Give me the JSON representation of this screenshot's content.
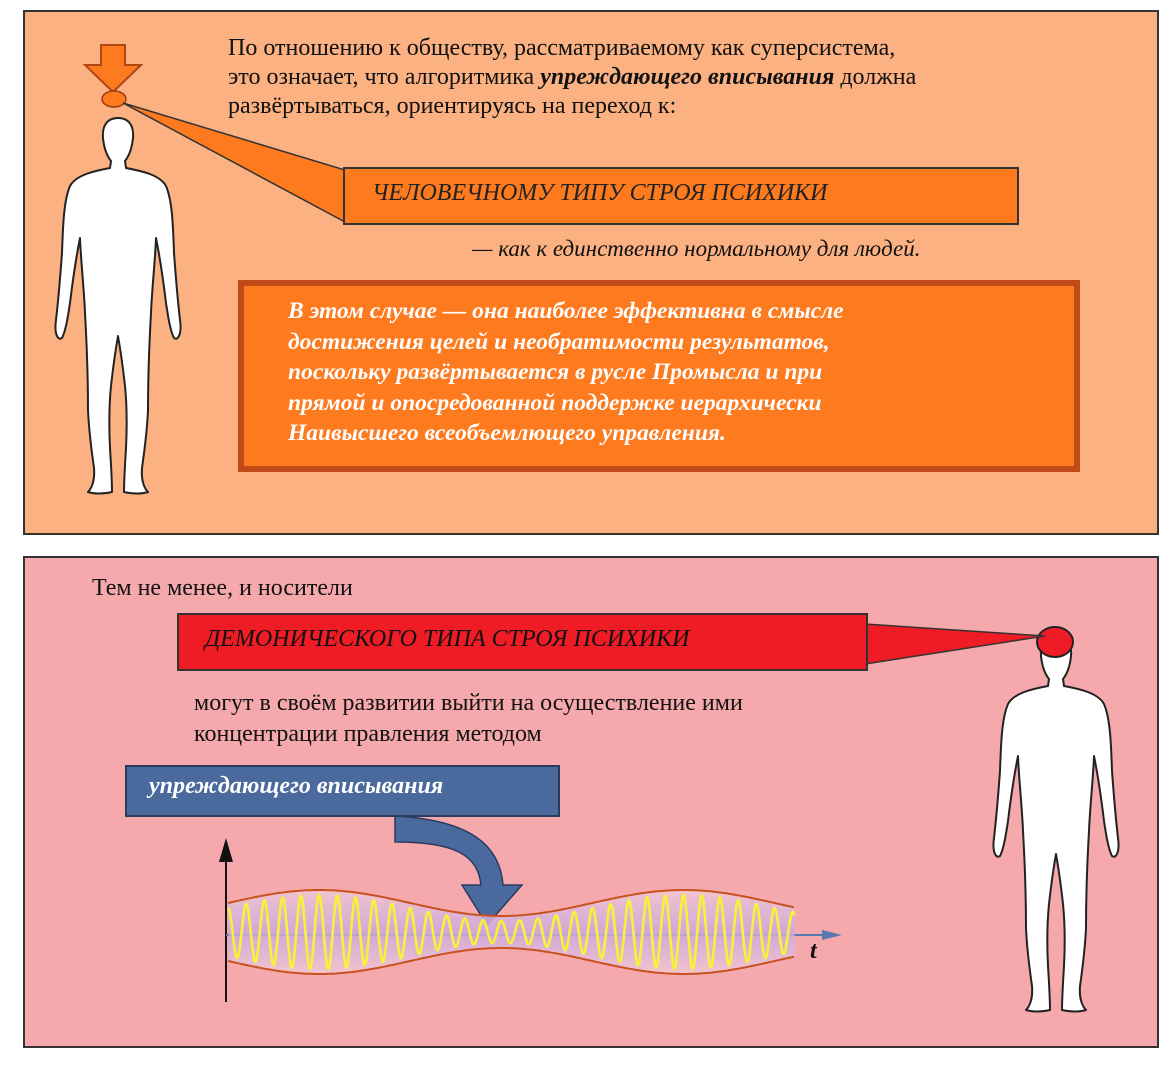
{
  "top_panel": {
    "intro_line1": "По отношению к обществу, рассматриваемому как суперсистема,",
    "intro_line2_a": "это означает, что алгоритмика ",
    "intro_line2_b": "упреждающего вписывания",
    "intro_line2_c": " должна",
    "intro_line3": "развёртываться, ориентируясь на переход к:",
    "callout": "ЧЕЛОВЕЧНОМУ ТИПУ СТРОЯ ПСИХИКИ",
    "note": "—  как к единственно нормальному для людей.",
    "effect_lines": [
      "В этом случае — она наиболее эффективна в смысле",
      "достижения целей и необратимости результатов,",
      "поскольку развёртывается в русле Промысла и при",
      "прямой и опосредованной поддержке иерархически",
      "Наивысшего всеобъемлющего управления."
    ]
  },
  "bottom_panel": {
    "lead": "Тем не менее, и носители",
    "callout": "ДЕМОНИЧЕСКОГО ТИПА СТРОЯ ПСИХИКИ",
    "body_line1": "могут в своём развитии выйти на осуществление ими",
    "body_line2": "концентрации правления методом",
    "method_label": "упреждающего вписывания",
    "axis_label": "t"
  },
  "colors": {
    "top_bg": "#fbb181",
    "bottom_bg": "#f6a9ad",
    "orange": "#fd7a1e",
    "red": "#ef1c25",
    "blue": "#4a6a9e",
    "wave_yellow": "#f6f23a",
    "wave_envelope": "#c8521e"
  },
  "icons": [
    "down-arrow-icon",
    "human-silhouette-icon"
  ]
}
